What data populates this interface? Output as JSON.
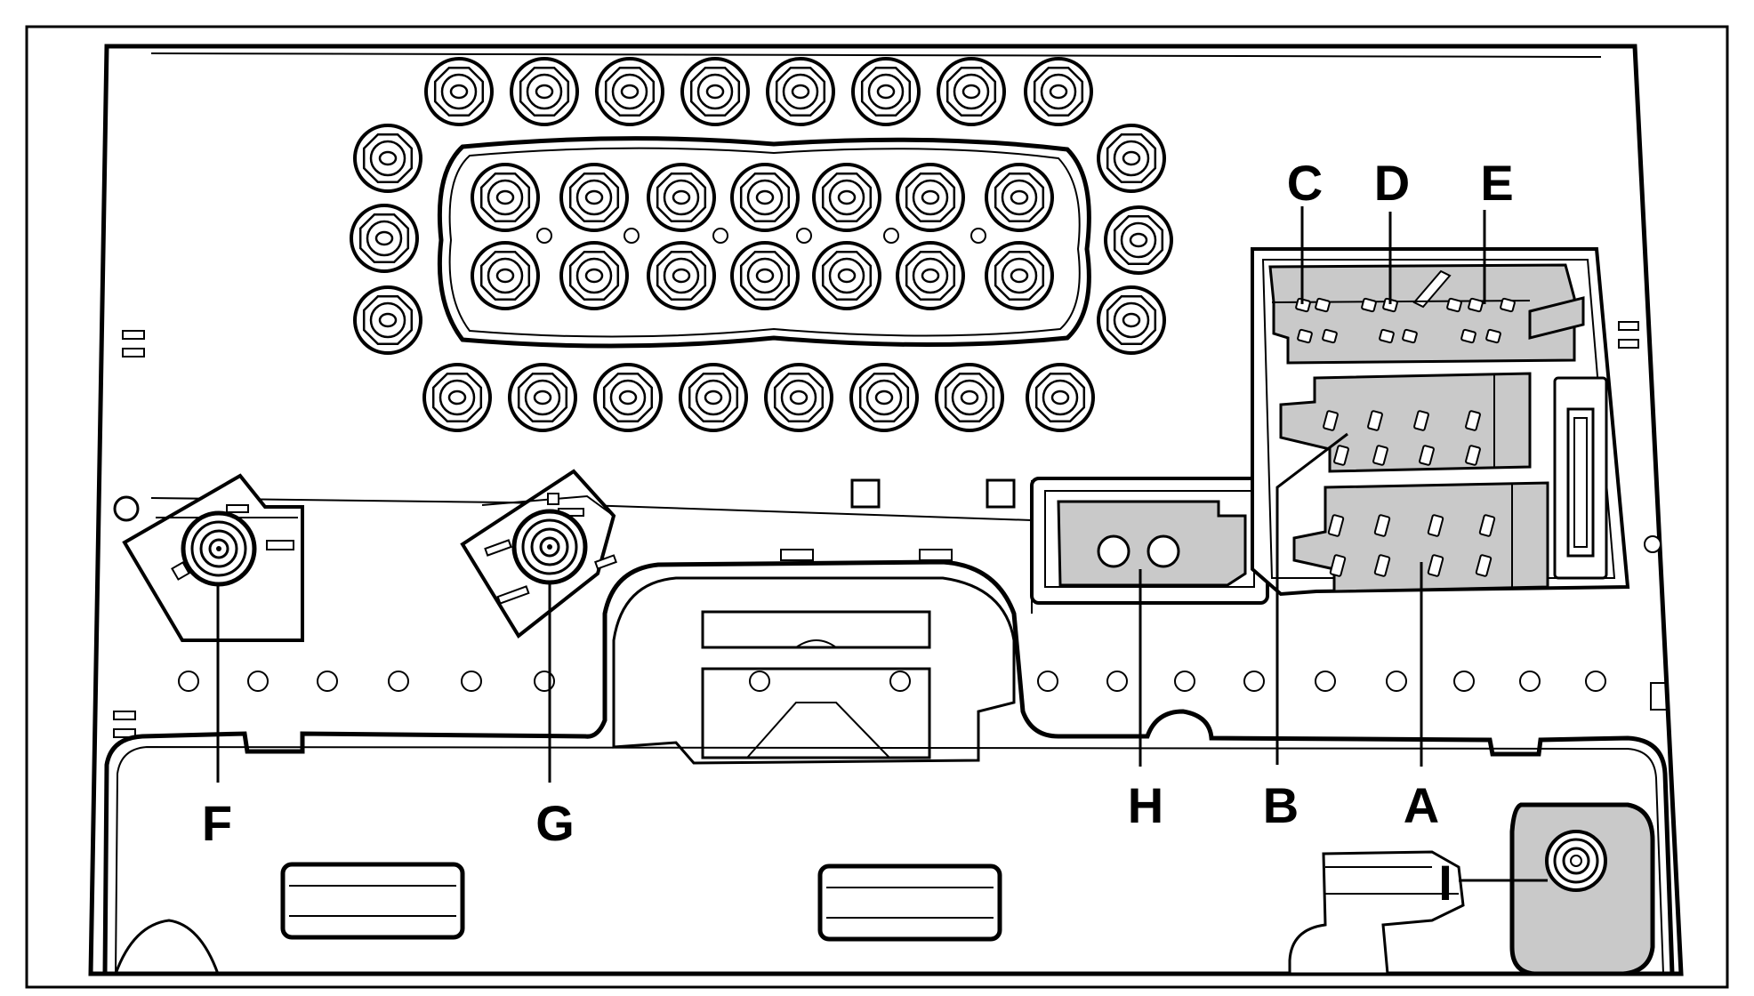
{
  "diagram": {
    "colors": {
      "stroke": "#000000",
      "paper": "#ffffff",
      "connector_fill": "#c9c9c9"
    },
    "labels": {
      "A": "A",
      "B": "B",
      "C": "C",
      "D": "D",
      "E": "E",
      "F": "F",
      "G": "G",
      "H": "H",
      "I": "I"
    }
  }
}
